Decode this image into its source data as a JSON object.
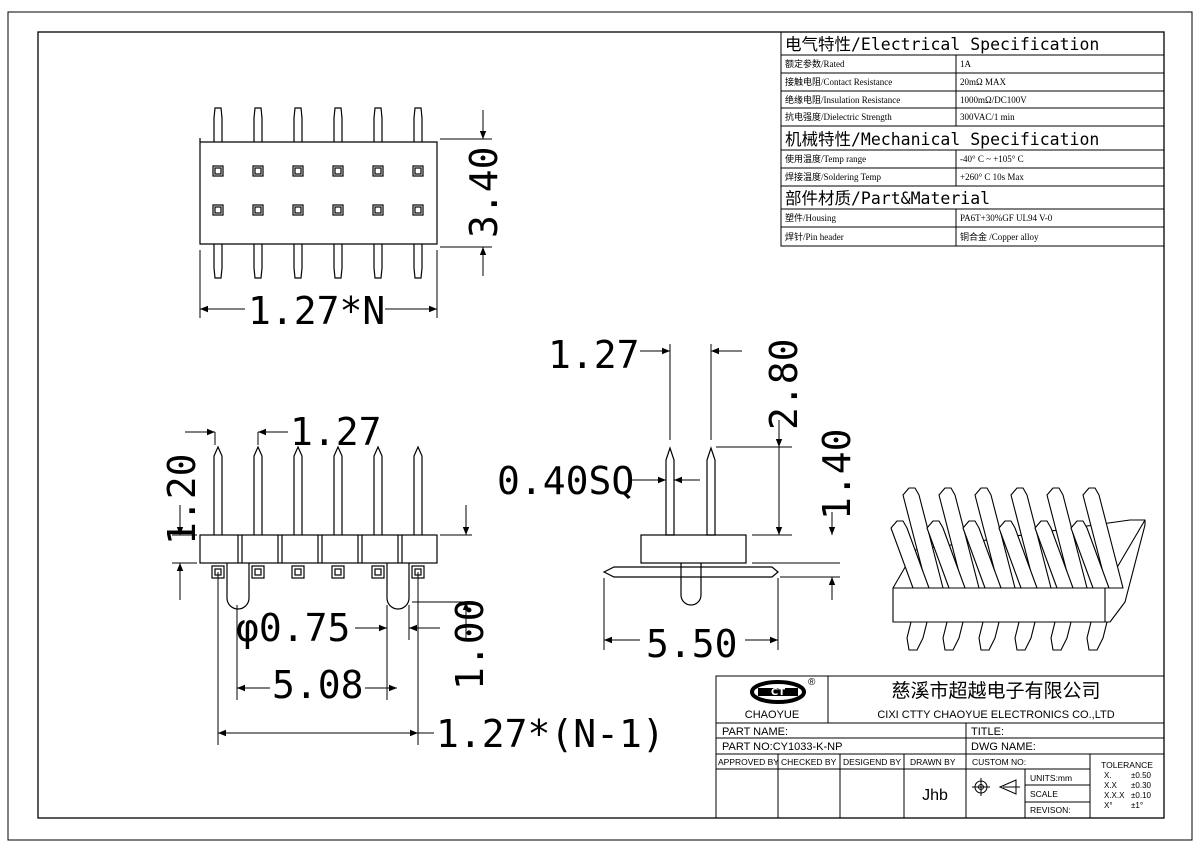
{
  "spec": {
    "electrical_title": "电气特性/Electrical Specification",
    "electrical_rows": [
      {
        "label": "额定参数/Rated",
        "value": "1A"
      },
      {
        "label": "接触电阻/Contact Resistance",
        "value": "20mΩ MAX"
      },
      {
        "label": "绝缘电阻/Insulation Resistance",
        "value": "1000mΩ/DC100V"
      },
      {
        "label": "抗电强度/Dielectric Strength",
        "value": "300VAC/1 min"
      }
    ],
    "mechanical_title": "机械特性/Mechanical Specification",
    "mechanical_rows": [
      {
        "label": "使用温度/Temp range",
        "value": "-40° C ~ +105° C"
      },
      {
        "label": "焊接温度/Soldering Temp",
        "value": "+260° C  10s Max"
      }
    ],
    "material_title": "部件材质/Part&Material",
    "material_rows": [
      {
        "label": "塑件/Housing",
        "value": "PA6T+30%GF  UL94  V-0"
      },
      {
        "label": "焊针/Pin header",
        "value": "铜合金 /Copper alloy"
      }
    ]
  },
  "dims": {
    "top_height": "3.40",
    "top_width": "1.27*N",
    "front_pitch": "1.27",
    "front_pin_top": "1.20",
    "front_dia": "φ0.75",
    "front_peg_height": "1.00",
    "front_peg_span": "5.08",
    "front_total": "1.27*(N-1)",
    "side_pitch": "1.27",
    "side_top_height": "2.80",
    "side_sq": "0.40SQ",
    "side_body_height": "1.40",
    "side_width": "5.50"
  },
  "title_block": {
    "logo_text": "CHAOYUE",
    "registered_mark": "®",
    "company_cn": "慈溪市超越电子有限公司",
    "company_en": "CIXI CTTY CHAOYUE ELECTRONICS CO.,LTD",
    "part_name_label": "PART NAME:",
    "title_label": "TITLE:",
    "part_no": "PART NO:CY1033-K-NP",
    "dwg_name_label": "DWG NAME:",
    "approved_by": "APPROVED BY",
    "checked_by": "CHECKED BY",
    "designed_by": "DESIGEND BY",
    "drawn_by": "DRAWN BY",
    "drawn_by_value": "Jhb",
    "custom_no": "CUSTOM NO:",
    "units": "UNITS:mm",
    "scale": "SCALE",
    "revison": "REVISON:",
    "tolerance_title": "TOLERANCE",
    "tolerance_rows": [
      {
        "k": "X.",
        "v": "±0.50"
      },
      {
        "k": "X.X",
        "v": "±0.30"
      },
      {
        "k": "X.X.X",
        "v": "±0.10"
      },
      {
        "k": "X°",
        "v": "±1°"
      }
    ]
  }
}
